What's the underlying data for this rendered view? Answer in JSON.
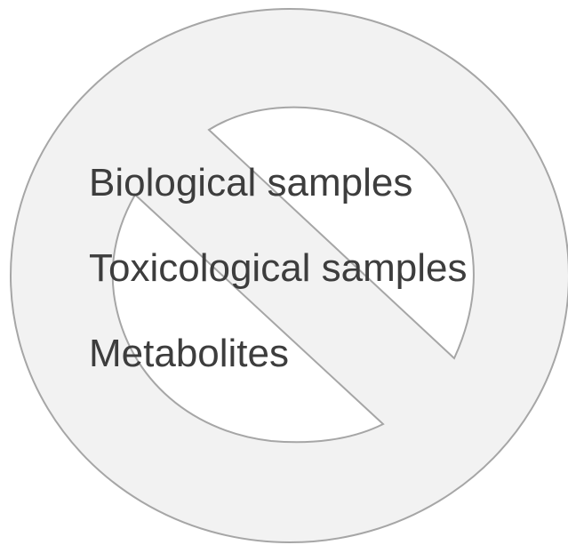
{
  "symbol": {
    "name": "prohibition-sign",
    "fill_color": "#f2f2f2",
    "stroke_color": "#a6a6a6"
  },
  "text_color": "#3d3d3d",
  "labels": [
    "Biological samples",
    "Toxicological samples",
    "Metabolites"
  ]
}
